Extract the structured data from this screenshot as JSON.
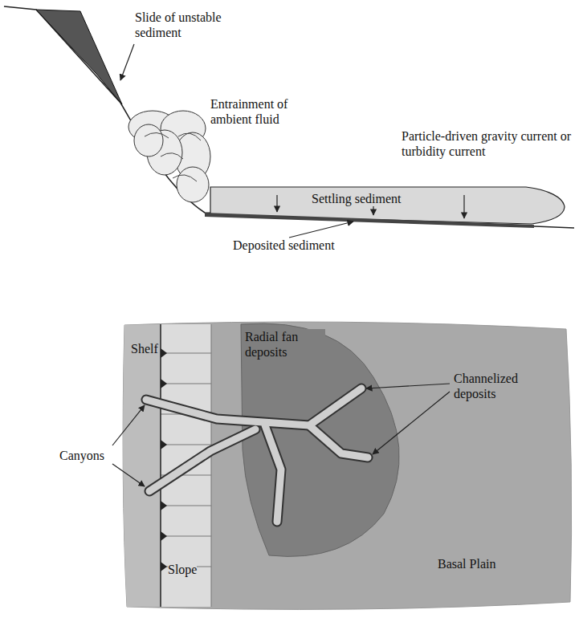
{
  "diagram": {
    "labels": [
      "Slide of unstable sediment",
      "Entrainment of ambient fluid",
      "Particle-driven gravity current or turbidity current",
      "Settling sediment",
      "Deposited sediment",
      "Shelf",
      "Radial fan deposits",
      "Channelized deposits",
      "Canyons",
      "Slope",
      "Basal Plain"
    ]
  }
}
